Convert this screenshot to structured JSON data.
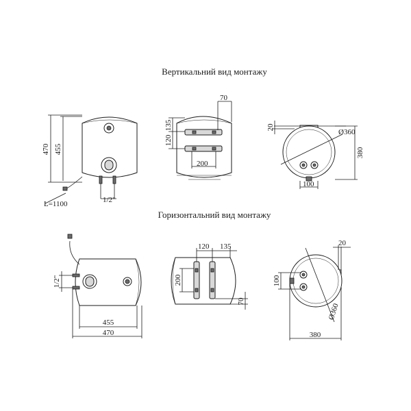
{
  "headings": {
    "vertical": "Вертикальний вид монтажу",
    "horizontal": "Горизонтальний вид монтажу"
  },
  "vertical_front": {
    "height_total": "470",
    "height_body": "455",
    "pipe_size": "1/2\"",
    "cable_length": "L=1100"
  },
  "vertical_back": {
    "bracket_offset": "70",
    "top_offset": "135",
    "bracket_spacing": "120",
    "bracket_width": "200"
  },
  "vertical_top": {
    "wall_gap": "20",
    "diameter": "Ø360",
    "depth": "380",
    "pipe_spacing": "100"
  },
  "horizontal_front": {
    "pipe_size": "1/2\"",
    "length_body": "455",
    "length_total": "470"
  },
  "horizontal_back": {
    "bracket_spacing": "120",
    "side_offset": "135",
    "bracket_width": "200",
    "bottom_offset": "70"
  },
  "horizontal_side": {
    "wall_gap": "20",
    "pipe_spacing": "100",
    "diameter": "Ø360",
    "depth": "380"
  }
}
